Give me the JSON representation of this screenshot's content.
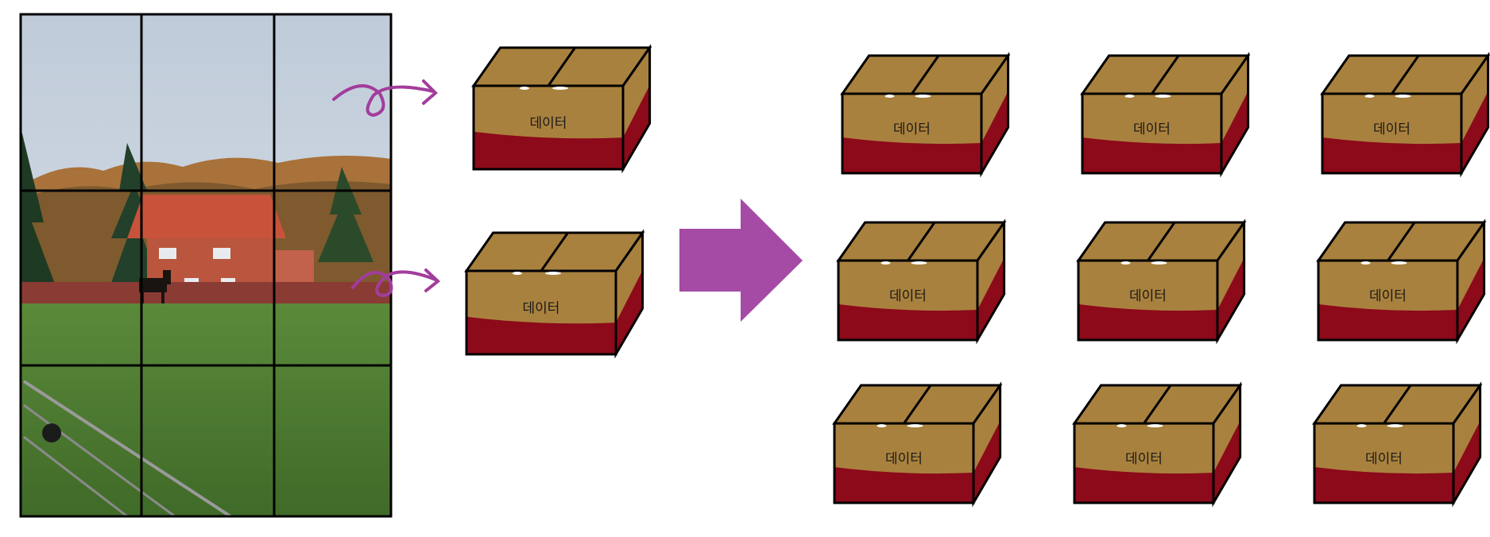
{
  "photo": {
    "description_icon": "landscape-photo",
    "grid_rows": 3,
    "grid_cols": 3
  },
  "colors": {
    "box_top": "#a9813e",
    "box_front": "#a9813e",
    "box_side": "#a9813e",
    "box_band": "#8c0a1a",
    "outline": "#000000",
    "curl_arrow": "#a23d9c",
    "big_arrow": "#a54ba5",
    "sky": "#cbd6e2",
    "grass": "#4e7a32"
  },
  "source_boxes": [
    {
      "label": "데이터"
    },
    {
      "label": "데이터"
    }
  ],
  "result_boxes": [
    {
      "label": "데이터"
    },
    {
      "label": "데이터"
    },
    {
      "label": "데이터"
    },
    {
      "label": "데이터"
    },
    {
      "label": "데이터"
    },
    {
      "label": "데이터"
    },
    {
      "label": "데이터"
    },
    {
      "label": "데이터"
    },
    {
      "label": "데이터"
    }
  ]
}
